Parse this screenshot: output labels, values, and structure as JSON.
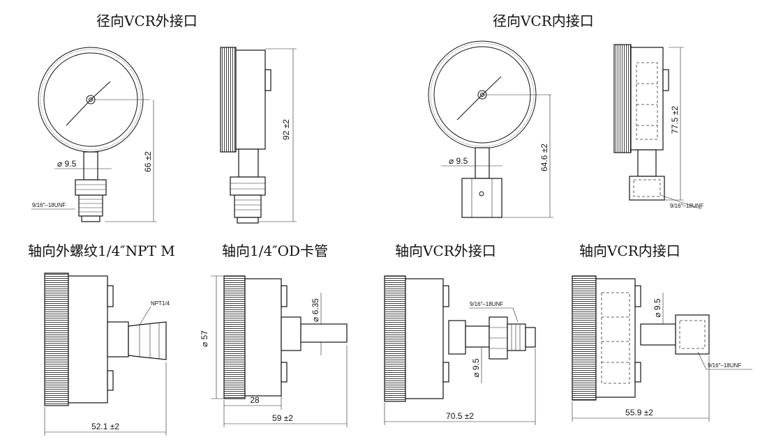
{
  "titles": {
    "radial_vcr_male": "径向VCR外接口",
    "radial_vcr_female": "径向VCR内接口",
    "axial_npt": "轴向外螺纹1/4″NPT M",
    "axial_od": "轴向1/4″OD卡管",
    "axial_vcr_male": "轴向VCR外接口",
    "axial_vcr_female": "轴向VCR内接口"
  },
  "dimensions": {
    "d1_dia": "⌀ 9.5",
    "d1_height": "66 ±2",
    "d1_thread": "9/16″–18UNF",
    "d2_height": "92 ±2",
    "d3_dia": "⌀ 9.5",
    "d3_height": "64.6 ±2",
    "d4_height": "77.5 ±2",
    "d4_thread": "9/16″–18UNF",
    "d5_thread": "NPT1/4",
    "d5_length": "52.1 ±2",
    "d6_dia_body": "⌀ 57",
    "d6_dia_tube": "⌀ 6.35",
    "d6_depth": "28",
    "d6_length": "59 ±2",
    "d7_thread": "9/16″–18UNF",
    "d7_dia": "⌀ 9.5",
    "d7_length": "70.5 ±2",
    "d8_dia": "⌀ 9.5",
    "d8_thread": "9/16″–18UNF",
    "d8_length": "55.9 ±2"
  }
}
